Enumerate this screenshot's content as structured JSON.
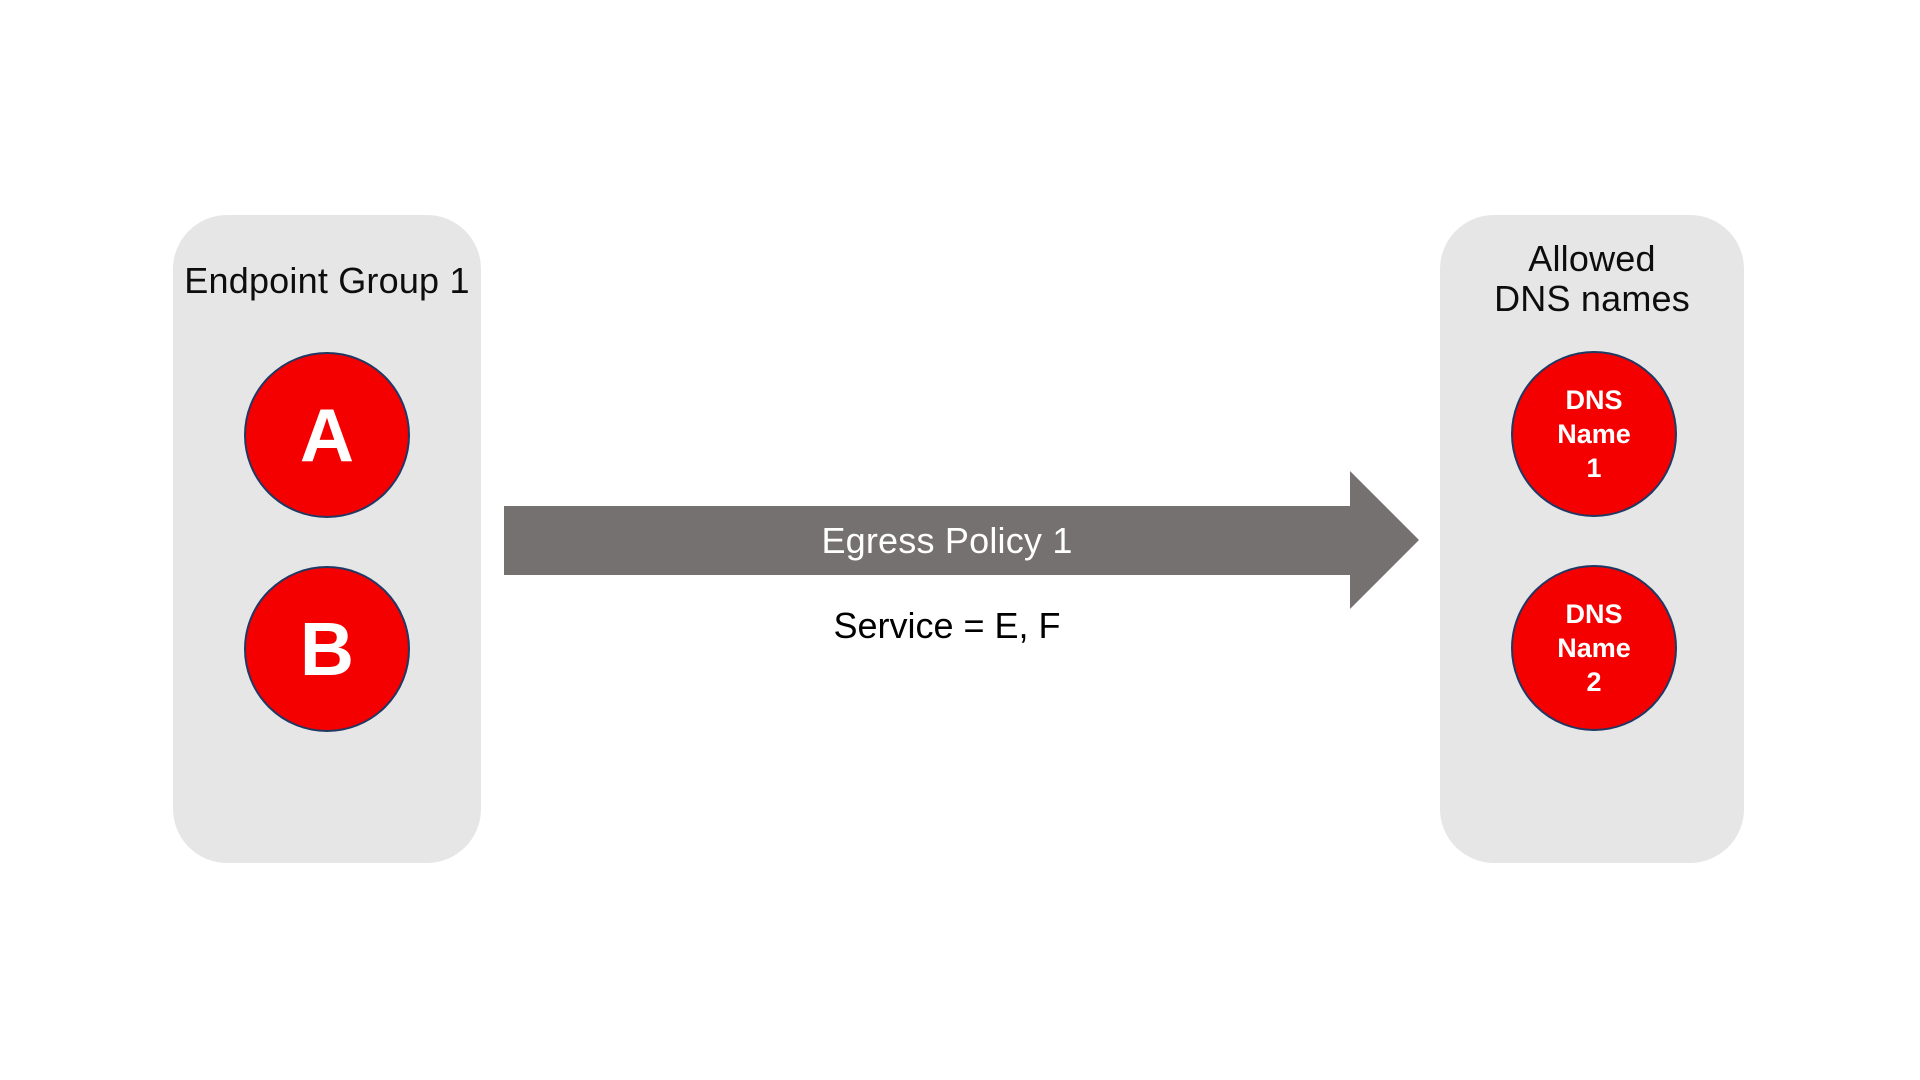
{
  "colors": {
    "canvas-bg": "#ffffff",
    "panel-bg": "#e7e6e6",
    "node-fill": "#f50000",
    "node-border": "#1f3864",
    "node-text": "#ffffff",
    "arrow-fill": "#767171",
    "arrow-text": "#ffffff",
    "title-text": "#0d0d0d",
    "service-text": "#000000"
  },
  "left_group": {
    "title": "Endpoint Group 1",
    "nodes": [
      {
        "label": "A"
      },
      {
        "label": "B"
      }
    ]
  },
  "arrow": {
    "label": "Egress Policy 1",
    "service_label": "Service = E, F"
  },
  "right_group": {
    "title_lines": [
      "Allowed",
      "DNS names"
    ],
    "nodes": [
      {
        "lines": [
          "DNS",
          "Name",
          "1"
        ]
      },
      {
        "lines": [
          "DNS",
          "Name",
          "2"
        ]
      }
    ]
  }
}
